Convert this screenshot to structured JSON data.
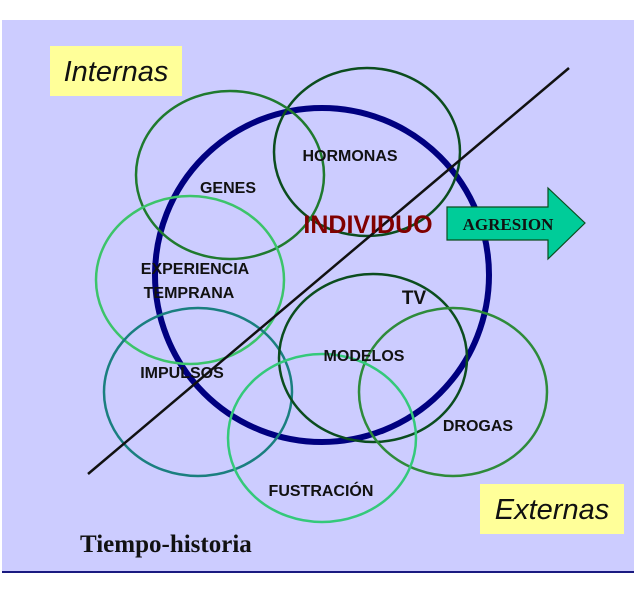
{
  "labels": {
    "internas": "Internas",
    "externas": "Externas",
    "individuo": "INDIVIDUO",
    "agresion": "AGRESION",
    "hormonas": "HORMONAS",
    "genes": "GENES",
    "experiencia_line1": "EXPERIENCIA",
    "experiencia_line2": "TEMPRANA",
    "impulsos": "IMPULSOS",
    "modelos": "MODELOS",
    "tv": "TV",
    "drogas": "DROGAS",
    "fustracion": "FUSTRACIÓN",
    "tiempo_historia": "Tiempo-historia"
  },
  "colors": {
    "panel_background": "#ccccff",
    "label_box_fill": "#ffff99",
    "individuo_circle": "#000080",
    "individuo_text": "#800000",
    "arrow_fill": "#00cc99",
    "dark_green": "#0b4d1e",
    "medium_green": "#2e8b3a",
    "bright_green": "#3cc46a",
    "teal": "#1a7f7f",
    "mint": "#34c97a"
  }
}
